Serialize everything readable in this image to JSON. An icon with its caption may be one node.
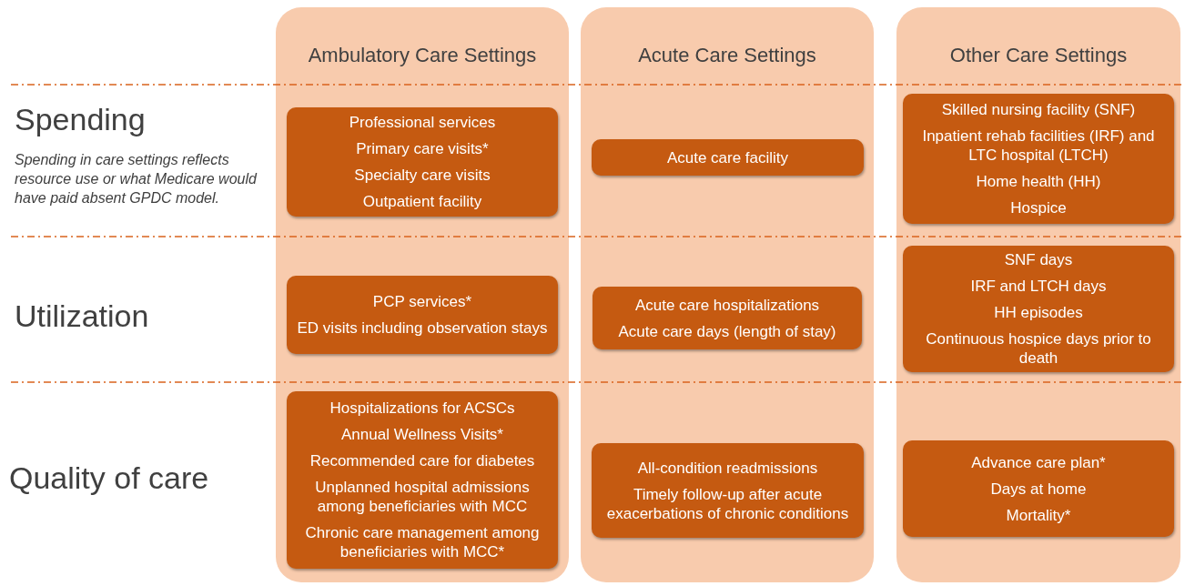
{
  "diagram": {
    "nodes": [
      {
        "text": [
          "Ambulatory Care Settings"
        ]
      },
      {
        "text": [
          "Acute Care Settings"
        ]
      },
      {
        "text": [
          "Other Care Settings"
        ]
      },
      {
        "text": [
          "Professional services",
          "Primary care visits*",
          "Specialty care visits",
          "Outpatient facility"
        ],
        "in": 0
      },
      {
        "text": [
          "Acute care facility"
        ],
        "in": 1
      },
      {
        "text": [
          "Skilled nursing facility (SNF)",
          "Inpatient rehab facilities (IRF) and LTC hospital (LTCH)",
          "Home health (HH)",
          "Hospice"
        ],
        "in": 2
      },
      {
        "text": [
          "PCP services*",
          "ED visits including observation stays"
        ],
        "in": 0
      },
      {
        "text": [
          "Acute care hospitalizations",
          "Acute care days (length of stay)"
        ],
        "in": 1
      },
      {
        "text": [
          "SNF days",
          "IRF and LTCH days",
          "HH episodes",
          "Continuous hospice days prior to death"
        ],
        "in": 2
      },
      {
        "text": [
          "Hospitalizations for ACSCs",
          "Annual Wellness Visits*",
          "Recommended care for diabetes",
          "Unplanned hospital admissions among beneficiaries with MCC",
          "Chronic care management among beneficiaries with MCC*"
        ],
        "in": 0
      },
      {
        "text": [
          "All-condition readmissions",
          "Timely follow-up after acute exacerbations of chronic conditions"
        ],
        "in": 1
      },
      {
        "text": [
          "Advance care plan*",
          "Days at home",
          "Mortality*"
        ],
        "in": 2
      }
    ],
    "labels": [
      "Spending",
      "Spending in care settings reflects resource use or what Medicare would have paid absent GPDC model.",
      "Utilization",
      "Quality of care"
    ]
  }
}
